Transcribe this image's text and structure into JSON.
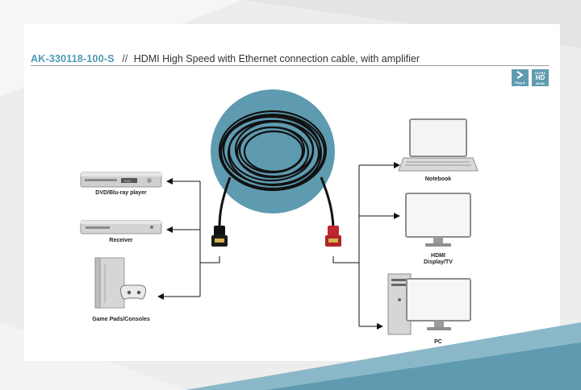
{
  "header": {
    "product_code": "AK-330118-100-S",
    "separator": "//",
    "description": "HDMI High Speed with Ethernet connection cable, with amplifier"
  },
  "badges": {
    "plug_play": {
      "icon": "play-arrow-icon",
      "text": "Plug & Play"
    },
    "ultra_hd": {
      "line1": "ULTRA",
      "line2": "HD",
      "line3": "4K/2K"
    }
  },
  "left_devices": [
    {
      "label": "DVD/Blu-ray player",
      "icon": "dvd-player-icon",
      "screen_text": "DVD"
    },
    {
      "label": "Receiver",
      "icon": "receiver-icon"
    },
    {
      "label": "Game Pads/Consoles",
      "icon": "game-console-icon"
    }
  ],
  "right_devices": [
    {
      "label": "Notebook",
      "icon": "notebook-icon"
    },
    {
      "label_line1": "HDMI",
      "label_line2": "Display/TV",
      "icon": "monitor-icon"
    },
    {
      "label": "PC",
      "icon": "pc-tower-icon"
    }
  ],
  "colors": {
    "accent": "#4a9cb2",
    "circle": "#5e9bb0",
    "connector_left": "#111111",
    "connector_right": "#c0272d",
    "device_gray": "#9a9a9a"
  }
}
